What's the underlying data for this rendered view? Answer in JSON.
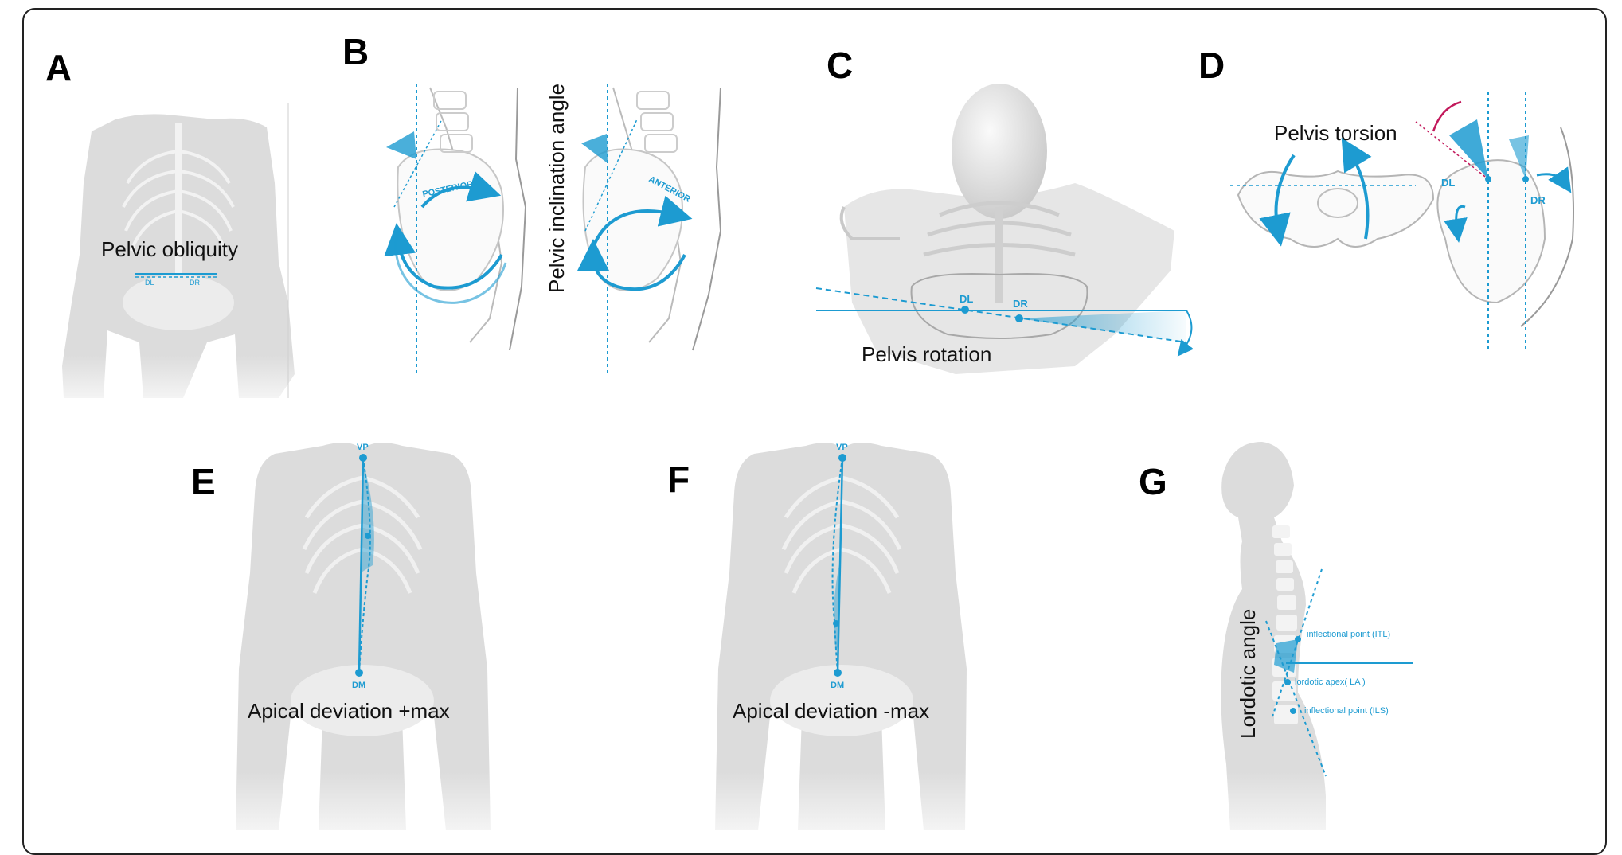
{
  "panels": {
    "A": {
      "letter": "A",
      "caption": "Pelvic obliquity",
      "dl": "DL",
      "dr": "DR"
    },
    "B": {
      "letter": "B",
      "caption": "Pelvic inclination angle",
      "posterior": "POSTERIOR",
      "anterior": "ANTERIOR"
    },
    "C": {
      "letter": "C",
      "caption": "Pelvis rotation",
      "dl": "DL",
      "dr": "DR"
    },
    "D": {
      "letter": "D",
      "caption": "Pelvis torsion",
      "dl": "DL",
      "dr": "DR"
    },
    "E": {
      "letter": "E",
      "caption": "Apical deviation +max",
      "vp": "VP",
      "dm": "DM"
    },
    "F": {
      "letter": "F",
      "caption": "Apical deviation -max",
      "vp": "VP",
      "dm": "DM"
    },
    "G": {
      "letter": "G",
      "caption": "Lordotic angle",
      "itl": "inflectional point (ITL)",
      "la": "lordotic apex( LA )",
      "ils": "inflectional point (ILS)"
    }
  },
  "colors": {
    "accent": "#1d9bd1",
    "body": "#d9d9d9",
    "bone": "#efefef",
    "magenta": "#c2185b"
  }
}
